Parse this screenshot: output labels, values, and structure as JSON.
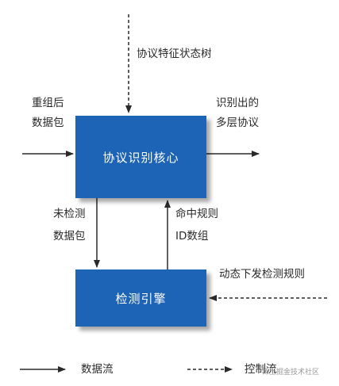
{
  "blocks": {
    "core": "协议识别核心",
    "engine": "检测引擎"
  },
  "labels": {
    "feature_tree": "协议特征状态树",
    "input_line1": "重组后",
    "input_line2": "数据包",
    "output_line1": "识别出的",
    "output_line2": "多层协议",
    "unchecked_line1": "未检测",
    "unchecked_line2": "数据包",
    "hit_line1": "命中规则",
    "hit_line2": "ID数组",
    "dynamic_rules": "动态下发检测规则"
  },
  "legend": {
    "data_flow": "数据流",
    "control_flow": "控制流"
  },
  "watermark": "稀土掘金技术社区",
  "colors": {
    "box_fill": "#1d63b6",
    "box_text": "#ffffff",
    "arrow": "#2a2a2a"
  }
}
